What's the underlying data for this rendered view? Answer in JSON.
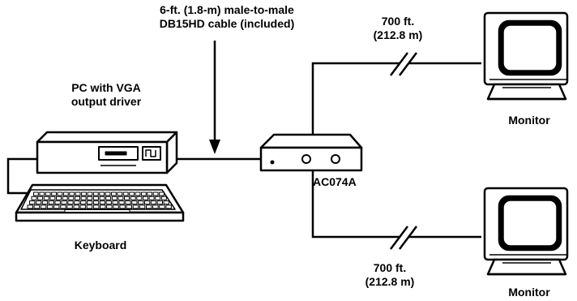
{
  "labels": {
    "cable_line1": "6-ft. (1.8-m) male-to-male",
    "cable_line2": "DB15HD cable (included)",
    "pc_line1": "PC with VGA",
    "pc_line2": "output driver",
    "keyboard": "Keyboard",
    "device": "AC074A",
    "distance_top_line1": "700 ft.",
    "distance_top_line2": "(212.8 m)",
    "distance_bottom_line1": "700 ft.",
    "distance_bottom_line2": "(212.8 m)",
    "monitor_top": "Monitor",
    "monitor_bottom": "Monitor"
  }
}
